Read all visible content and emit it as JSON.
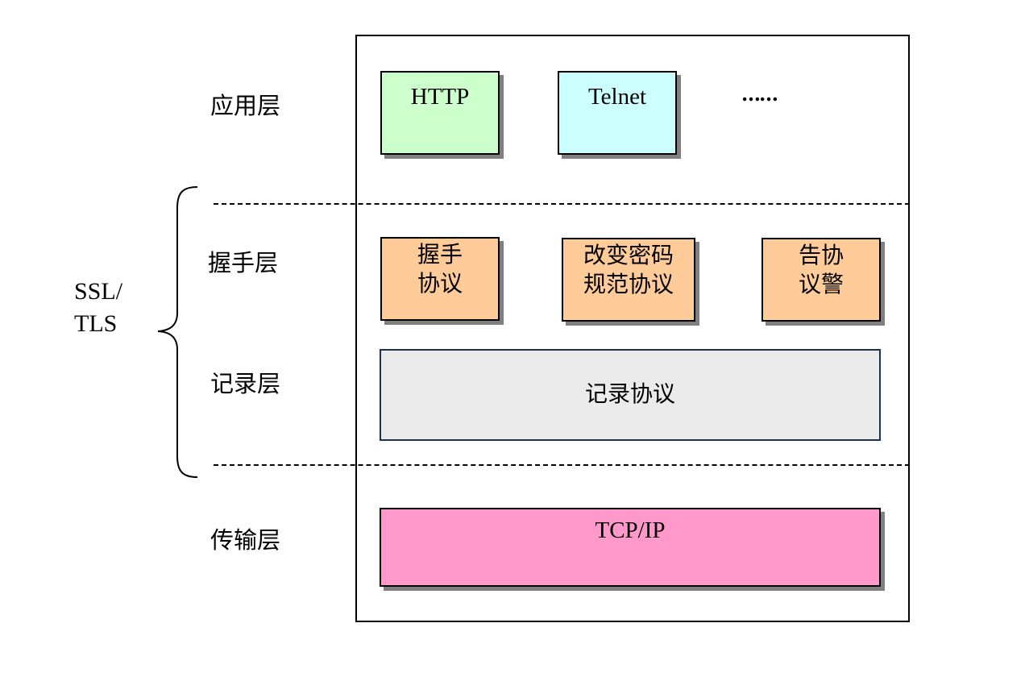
{
  "layers": {
    "application": "应用层",
    "handshake": "握手层",
    "record": "记录层",
    "transport": "传输层"
  },
  "group_label": {
    "line1": "SSL/",
    "line2": "TLS"
  },
  "application_protocols": [
    {
      "label": "HTTP",
      "color": "#ccffcc"
    },
    {
      "label": "Telnet",
      "color": "#ccffff"
    },
    {
      "label": "……"
    }
  ],
  "handshake_protocols": [
    {
      "line1": "握手",
      "line2": "协议",
      "color": "#ffcc99"
    },
    {
      "line1": "改变密码",
      "line2": "规范协议",
      "color": "#ffcc99"
    },
    {
      "line1": "告协",
      "line2": "议警",
      "color": "#ffcc99"
    }
  ],
  "record_protocol": {
    "label": "记录协议",
    "color": "#ebebeb",
    "border": "#1f3050"
  },
  "transport_protocol": {
    "label": "TCP/IP",
    "color": "#ff99cc"
  }
}
